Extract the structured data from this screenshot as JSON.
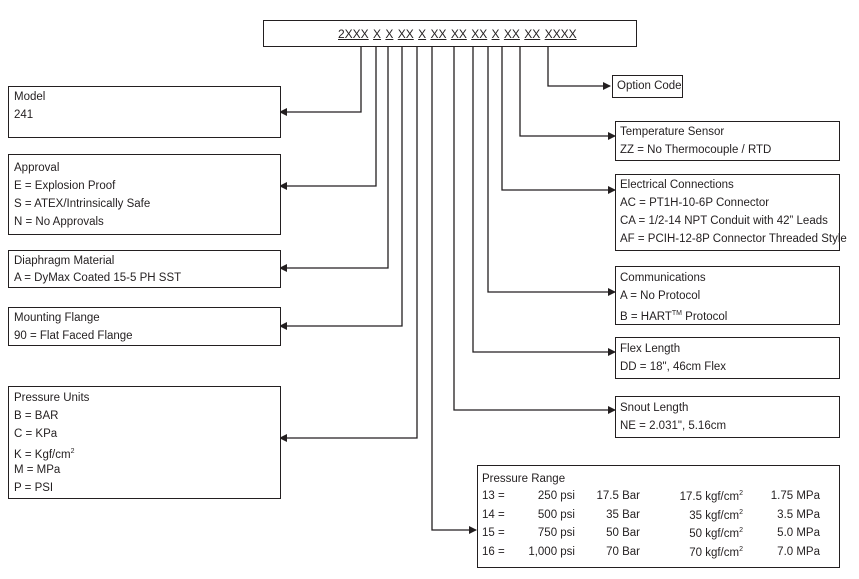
{
  "model_code": {
    "segments": [
      "2XXX",
      "X",
      "X",
      "XX",
      "X",
      "XX",
      "XX",
      "XX",
      "X",
      "XX",
      "XX",
      "XXXX"
    ]
  },
  "option_code": {
    "title": "Option Code"
  },
  "model": {
    "title": "Model",
    "lines": [
      "241"
    ]
  },
  "approval": {
    "title": "Approval",
    "lines": [
      "E = Explosion Proof",
      "S = ATEX/Intrinsically Safe",
      "N = No Approvals"
    ]
  },
  "diaphragm": {
    "title": "Diaphragm Material",
    "lines": [
      "A = DyMax Coated 15-5 PH SST"
    ]
  },
  "flange": {
    "title": "Mounting Flange",
    "lines": [
      "90 =  Flat Faced Flange"
    ]
  },
  "pressure_units": {
    "title": "Pressure Units",
    "lines": [
      "B =  BAR",
      "C = KPa",
      "K = Kgf/cm",
      "M = MPa",
      "P = PSI"
    ],
    "k_sup": "2"
  },
  "temp_sensor": {
    "title": "Temperature Sensor",
    "lines": [
      "ZZ = No Thermocouple / RTD"
    ]
  },
  "electrical": {
    "title": "Electrical Connections",
    "lines": [
      "AC = PT1H-10-6P Connector",
      "CA = 1/2-14 NPT Conduit with 42” Leads",
      "AF = PCIH-12-8P Connector Threaded Style"
    ]
  },
  "communications": {
    "title": "Communications",
    "lines": [
      "A =  No Protocol",
      "B =  HART",
      " Protocol"
    ],
    "hart_sup": "TM"
  },
  "flex_length": {
    "title": "Flex Length",
    "lines": [
      "DD = 18\", 46cm Flex"
    ]
  },
  "snout_length": {
    "title": "Snout Length",
    "lines": [
      "NE = 2.031\", 5.16cm"
    ]
  },
  "pressure_range": {
    "title": "Pressure Range",
    "sup": "2",
    "rows": [
      {
        "code": "13 =",
        "psi": "250 psi",
        "bar": "17.5 Bar",
        "kgf": "17.5 kgf/cm",
        "mpa": "1.75 MPa"
      },
      {
        "code": "14  =",
        "psi": "500 psi",
        "bar": "35 Bar",
        "kgf": "35 kgf/cm",
        "mpa": "3.5 MPa"
      },
      {
        "code": "15 =",
        "psi": "750 psi",
        "bar": "50 Bar",
        "kgf": "50 kgf/cm",
        "mpa": "5.0 MPa"
      },
      {
        "code": "16 =",
        "psi": "1,000 psi",
        "bar": "70 Bar",
        "kgf": "70 kgf/cm",
        "mpa": "7.0 MPa"
      }
    ]
  }
}
